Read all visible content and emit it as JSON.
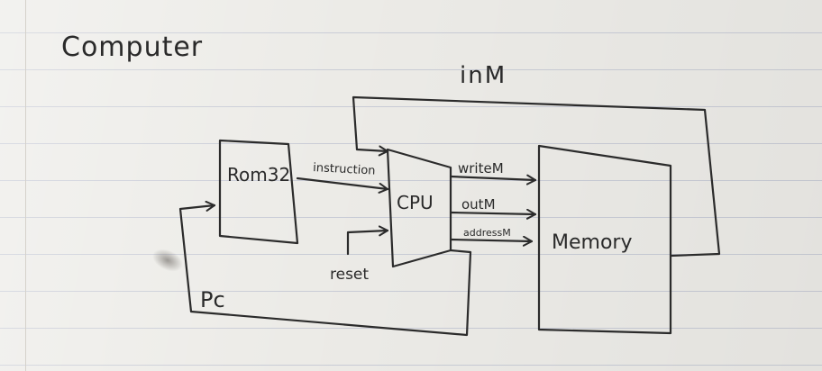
{
  "title": "Computer",
  "blocks": {
    "rom": "Rom32",
    "cpu": "CPU",
    "memory": "Memory"
  },
  "signals": {
    "in_m": "inM",
    "instruction": "instruction",
    "write_m": "writeM",
    "out_m": "outM",
    "address_m": "addressM",
    "reset": "reset",
    "pc": "Pc"
  },
  "colors": {
    "ink": "#2b2b2b",
    "paper": "#ecebe7",
    "rule": "#c9ccd6"
  }
}
